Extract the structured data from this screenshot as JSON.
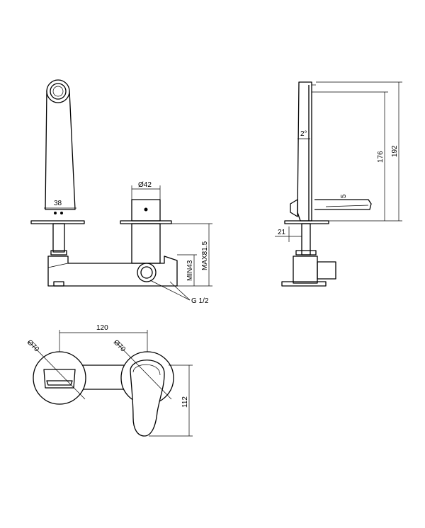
{
  "front_view": {
    "dim_spout_height": "38",
    "dim_body_diameter": "Ø42",
    "dim_max_depth": "MAX81.5",
    "dim_min_depth": "MIN43",
    "thread_label": "G 1/2"
  },
  "side_view": {
    "dim_angle": "2°",
    "dim_176": "176",
    "dim_192": "192",
    "dim_5": "5",
    "dim_21": "21"
  },
  "top_view": {
    "dim_spacing": "120",
    "dim_left_plate": "Ø70",
    "dim_right_plate": "Ø70",
    "dim_height": "112"
  }
}
